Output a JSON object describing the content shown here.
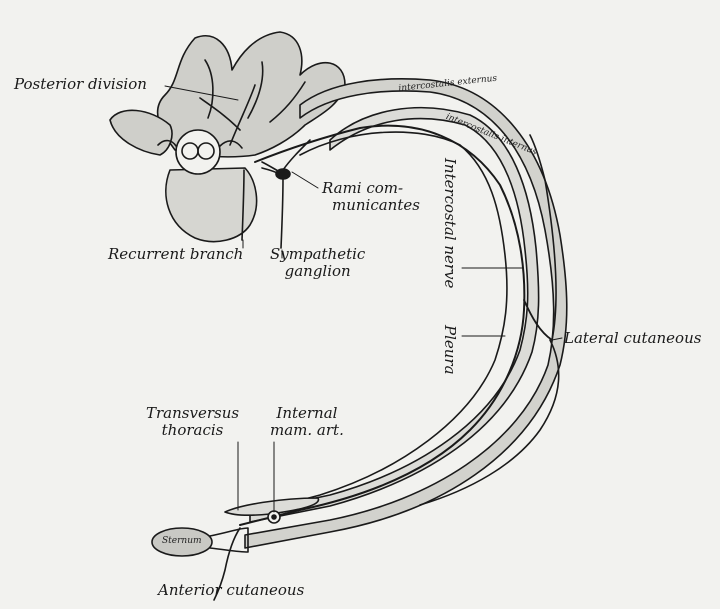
{
  "labels": {
    "posterior_division": "Posterior division",
    "rami_communicantes": [
      "Rami com-",
      "municantes"
    ],
    "recurrent_branch": "Recurrent branch",
    "sympathetic_ganglion": [
      "Sympathetic",
      "ganglion"
    ],
    "intercostal_nerve": "Intercostal nerve",
    "pleura": "Pleura",
    "lateral_cutaneous": "Lateral cutaneous",
    "transversus_thoracis": [
      "Transversus",
      "thoracis"
    ],
    "internal_mam_art": [
      "Internal",
      "mam. art."
    ],
    "sternum": "Sternum",
    "anterior_cutaneous": "Anterior cutaneous",
    "intercostalis_externus": "intercostalis externus",
    "intercostalis_internus": "intercostalis internus"
  }
}
